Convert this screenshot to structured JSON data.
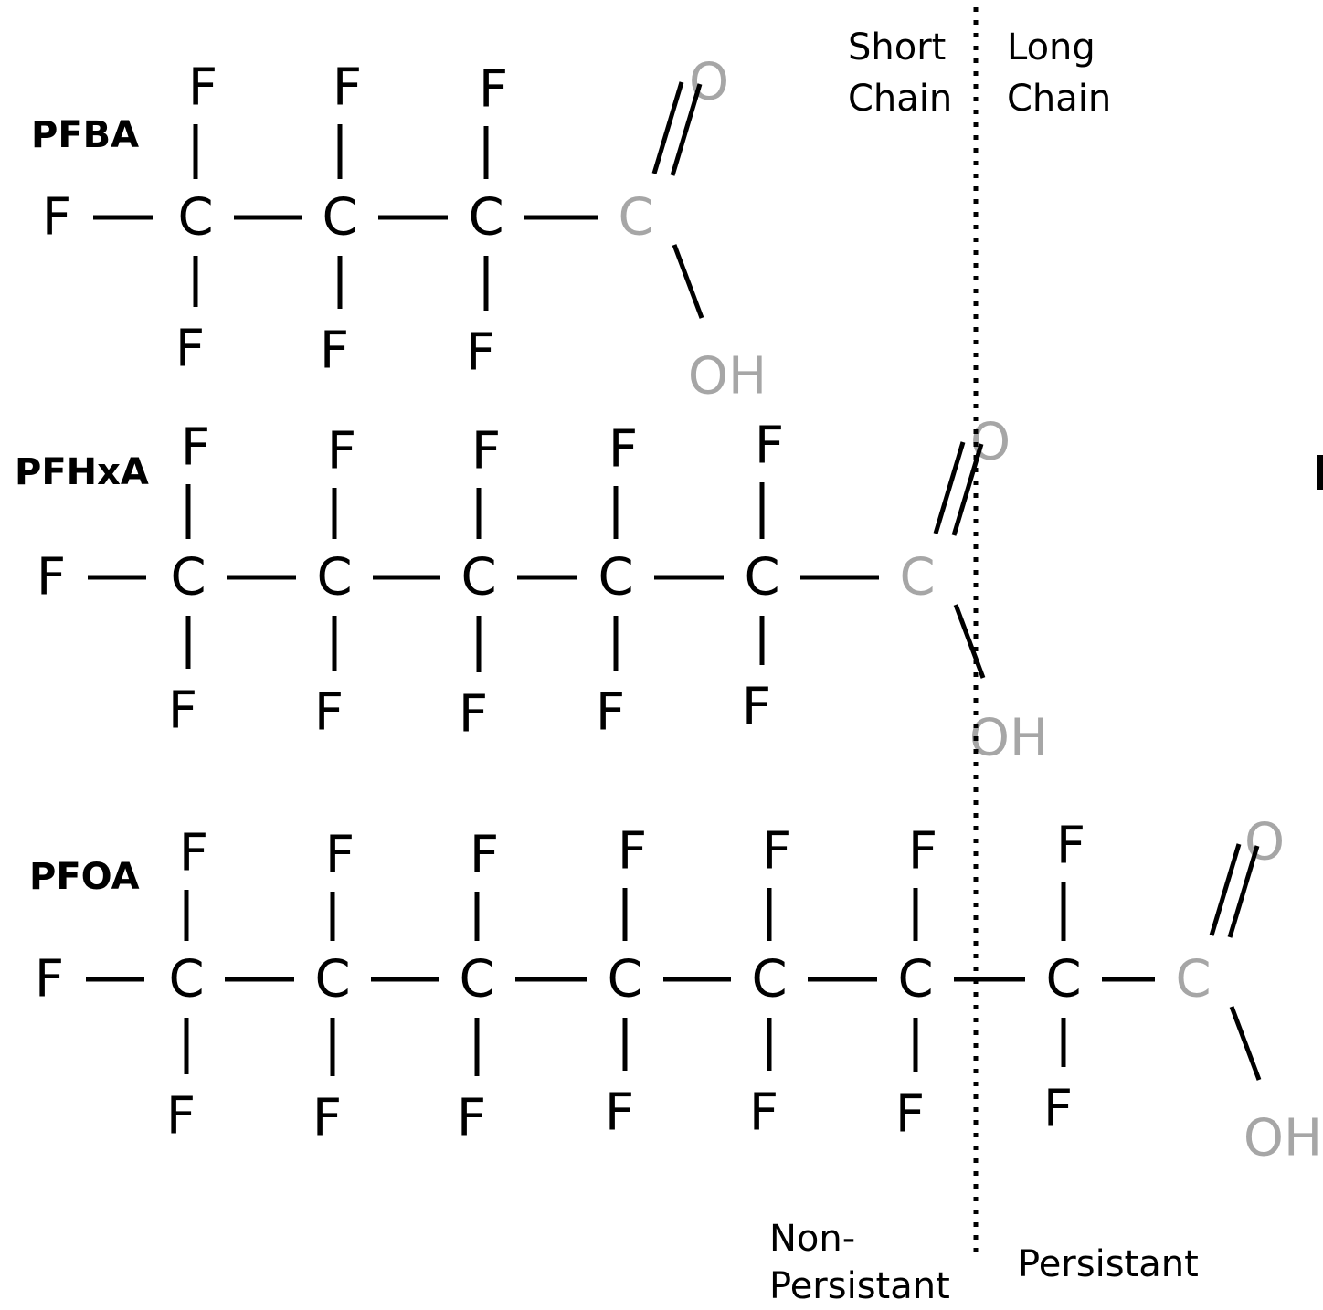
{
  "colors": {
    "atom": "#000000",
    "carboxyl": "#a6a6a6",
    "bond": "#000000",
    "divider": "#000000"
  },
  "labels": {
    "short_chain": "Short Chain",
    "long_chain": "Long Chain",
    "non_persistent": "Non- Persistant",
    "persistent": "Persistant"
  },
  "molecules": [
    {
      "name": "PFBA",
      "fluorinated_carbons": 3
    },
    {
      "name": "PFHxA",
      "fluorinated_carbons": 5
    },
    {
      "name": "PFOA",
      "fluorinated_carbons": 7
    }
  ],
  "atoms": {
    "fluorine": "F",
    "carbon": "C",
    "oxygen": "O",
    "hydroxyl": "OH"
  }
}
